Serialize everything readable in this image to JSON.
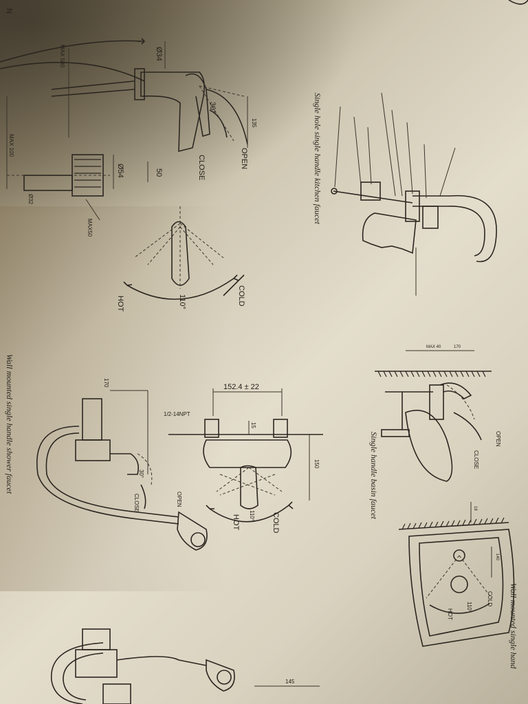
{
  "page_number": "N",
  "kitchen": {
    "caption": "Single hole single handle kitchen faucet",
    "open": "OPEN",
    "close": "CLOSE",
    "cold": "COLD",
    "hot": "HOT",
    "angle_handle": "30°",
    "angle_rotate": "110°",
    "dim_135": "135",
    "dim_d34": "Ø34",
    "dim_d54": "Ø54",
    "dim_50": "50",
    "dim_max50": "MAX50",
    "dim_max500": "MAX 500",
    "dim_max100": "MAX 100",
    "dim_d32": "Ø32",
    "exploded_parts": [
      "",
      "",
      "",
      "",
      "",
      "",
      "",
      "",
      "",
      "",
      ""
    ]
  },
  "basin": {
    "caption": "Single handle basin faucet",
    "open": "OPEN",
    "close": "CLOSE",
    "cold": "COLD",
    "hot": "HOT",
    "angle_rotate": "110°",
    "dim_max40": "MAX 40",
    "dim_170": "170",
    "dim_18": "18",
    "dim_140": "140"
  },
  "shower": {
    "caption": "Wall mounted single handle shower faucet",
    "open": "OPEN",
    "close": "CLOSE",
    "cold": "COLD",
    "hot": "HOT",
    "angle_handle": "30°",
    "angle_rotate": "110°",
    "dim_152": "152.4 ± 22",
    "dim_npt": "1/2-14NPT",
    "dim_15": "15",
    "dim_150": "150",
    "dim_170": "170"
  },
  "bath": {
    "caption": "Wall mounted single hand",
    "dim_145": "145"
  }
}
